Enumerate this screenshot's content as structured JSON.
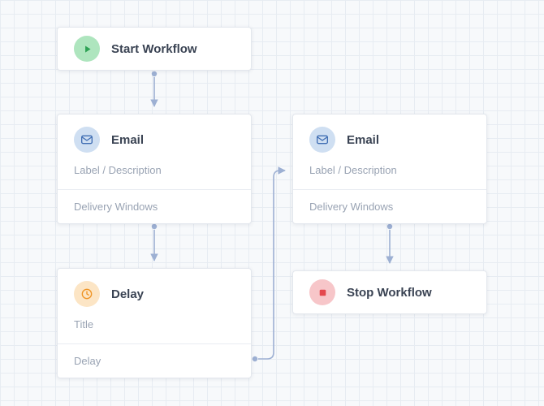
{
  "canvas": {
    "background_color": "#f7f9fb",
    "grid_line_color": "#e7ecf2"
  },
  "colors": {
    "connector": "#9db0d3",
    "node_border": "#e3e7ed",
    "title_text": "#3a4353",
    "secondary_text": "#99a3b3",
    "start_icon_bg": "#aee5be",
    "start_icon": "#2da254",
    "email_icon_bg": "#cfdff2",
    "email_icon": "#3f6db3",
    "delay_icon_bg": "#fce5c5",
    "delay_icon": "#ef9425",
    "stop_icon_bg": "#f7c6c9",
    "stop_icon": "#e4484e"
  },
  "nodes": {
    "start": {
      "title": "Start Workflow",
      "icon": "play-icon"
    },
    "email_left": {
      "title": "Email",
      "icon": "envelope-icon",
      "description": "Label / Description",
      "section": "Delivery Windows"
    },
    "delay": {
      "title": "Delay",
      "icon": "clock-icon",
      "description": "Title",
      "section": "Delay"
    },
    "email_right": {
      "title": "Email",
      "icon": "envelope-icon",
      "description": "Label / Description",
      "section": "Delivery Windows"
    },
    "stop": {
      "title": "Stop Workflow",
      "icon": "stop-icon"
    }
  }
}
